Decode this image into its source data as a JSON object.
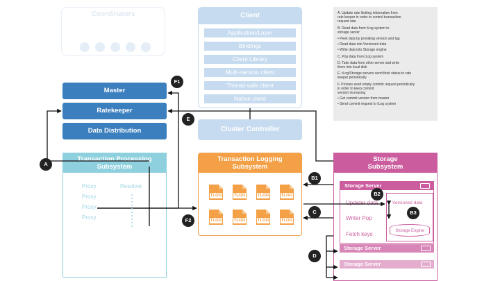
{
  "coordinators": {
    "title": "Coordinators"
  },
  "client": {
    "title": "Client",
    "items": [
      "Application/Layer",
      "Bindings",
      "Client Library",
      "Multi-version client",
      "Thread-safe client",
      "Native client"
    ]
  },
  "legend": {
    "lines": [
      "A.  Update rate limiting information from",
      "      rate keeper in order to control transaction",
      "      request rate",
      "B.  Read data from tLog system to",
      "      storage server",
      "      •   Peek data by providing version and tag",
      "      •   Read data into Versioned data",
      "      •   Write data into Storage engine",
      "C.  Pop data from tLog system",
      "D.  Take data from other server and write",
      "      them into local disk",
      "E.  tLog/Storage servers send their status to rate",
      "      keeper periodically",
      "F.  Proxies send empty commit request periodically",
      "      in order to keep commit",
      "      version increasing",
      "      •   Get commit version from master",
      "      •   Send commit request to tLog system"
    ]
  },
  "master_group": {
    "master": "Master",
    "ratekeeper": "Ratekeeper",
    "data_distribution": "Data Distribution"
  },
  "cluster_controller": "Cluster Controller",
  "tps": {
    "title_line1": "Transaction Processing",
    "title_line2": "Subsystem",
    "proxies": [
      "Proxy",
      "Proxy",
      "Proxy",
      "Proxy"
    ],
    "resolver": "Resolver"
  },
  "tls": {
    "title_line1": "Transaction Logging",
    "title_line2": "Subsystem",
    "tlog_label": "TLOG"
  },
  "storage": {
    "title_line1": "Storage",
    "title_line2": "Subsystem",
    "server_label": "Storage Server",
    "updater": "Updater data",
    "versioned": "Versioned data",
    "writer_pop": "Writer Pop",
    "fetch_keys": "Fetch keys",
    "engine": "Storage Engine"
  },
  "badges": {
    "a": "A",
    "b1": "B1",
    "b2": "B2",
    "b3": "B3",
    "c": "C",
    "d": "D",
    "e": "E",
    "f1": "F1",
    "f2": "F2"
  },
  "colors": {
    "blue": "#3b7fbf",
    "light_blue": "#c6dbef",
    "teal": "#8fd0de",
    "orange": "#f3a046",
    "magenta": "#cb5d9f",
    "legend_bg": "#ebebeb"
  }
}
